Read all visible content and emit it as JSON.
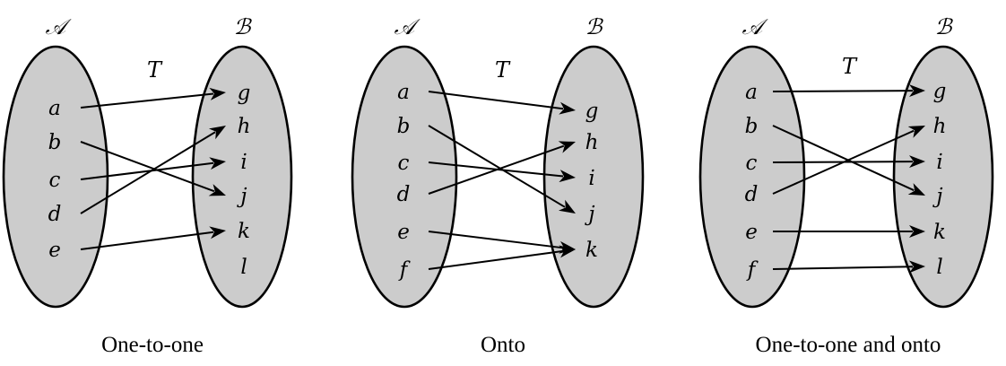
{
  "diagrams": [
    {
      "caption": "One-to-one",
      "domain_title": "𝒜",
      "codomain_title": "ℬ",
      "map_label": "T",
      "domain": [
        "a",
        "b",
        "c",
        "d",
        "e"
      ],
      "codomain": [
        "g",
        "h",
        "i",
        "j",
        "k",
        "l"
      ],
      "mappings": [
        [
          "a",
          "g"
        ],
        [
          "b",
          "j"
        ],
        [
          "c",
          "i"
        ],
        [
          "d",
          "h"
        ],
        [
          "e",
          "k"
        ]
      ]
    },
    {
      "caption": "Onto",
      "domain_title": "𝒜",
      "codomain_title": "ℬ",
      "map_label": "T",
      "domain": [
        "a",
        "b",
        "c",
        "d",
        "e",
        "f"
      ],
      "codomain": [
        "g",
        "h",
        "i",
        "j",
        "k"
      ],
      "mappings": [
        [
          "a",
          "g"
        ],
        [
          "b",
          "j"
        ],
        [
          "c",
          "i"
        ],
        [
          "d",
          "h"
        ],
        [
          "e",
          "k"
        ],
        [
          "f",
          "k"
        ]
      ]
    },
    {
      "caption": "One-to-one and onto",
      "domain_title": "𝒜",
      "codomain_title": "ℬ",
      "map_label": "T",
      "domain": [
        "a",
        "b",
        "c",
        "d",
        "e",
        "f"
      ],
      "codomain": [
        "g",
        "h",
        "i",
        "j",
        "k",
        "l"
      ],
      "mappings": [
        [
          "a",
          "g"
        ],
        [
          "b",
          "j"
        ],
        [
          "c",
          "i"
        ],
        [
          "d",
          "h"
        ],
        [
          "e",
          "k"
        ],
        [
          "f",
          "l"
        ]
      ]
    }
  ],
  "colors": {
    "set_fill": "#cccccc",
    "stroke": "#000000"
  }
}
